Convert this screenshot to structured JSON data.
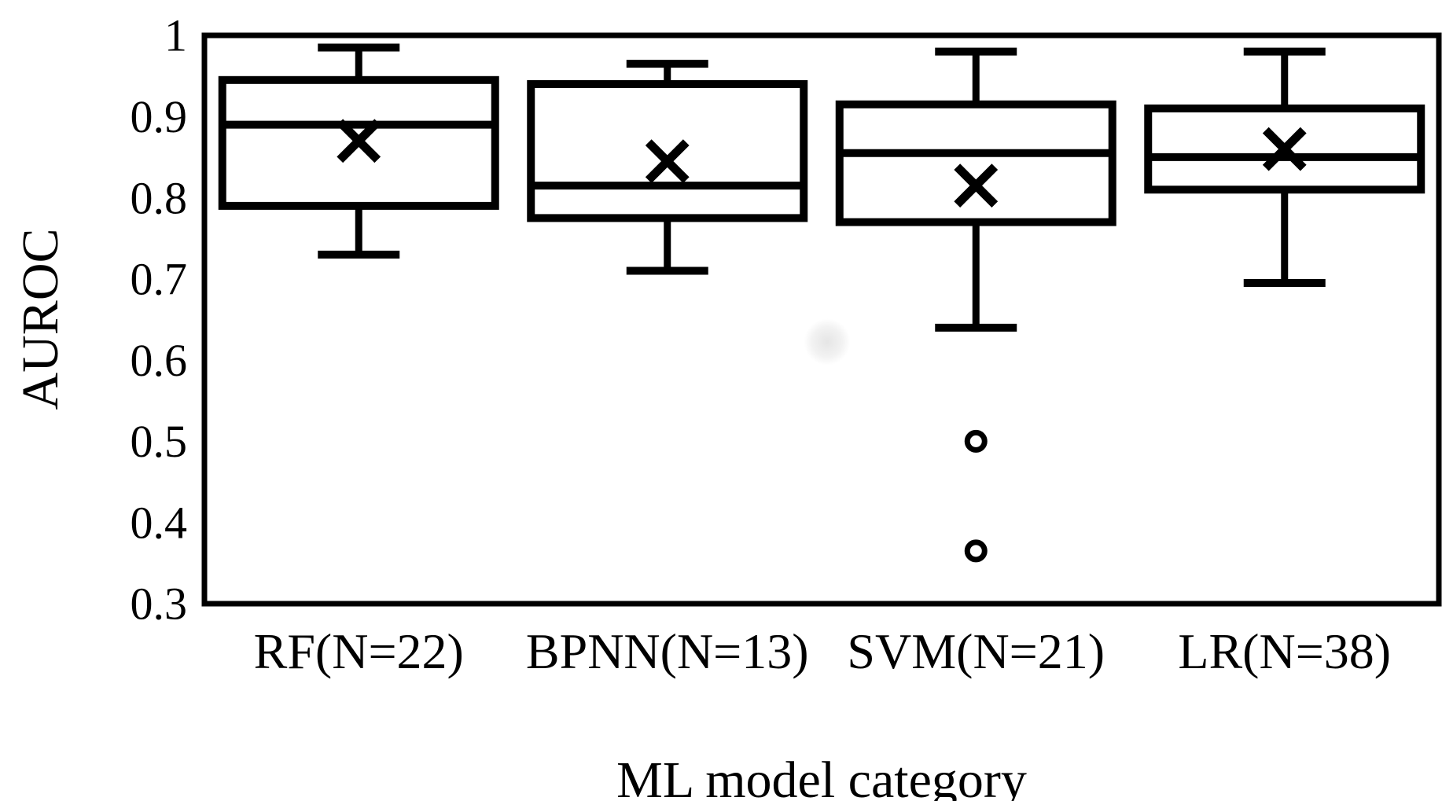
{
  "figure": {
    "background_color": "#ffffff",
    "line_color": "#000000"
  },
  "chart_data": {
    "type": "boxplot",
    "title": "",
    "xlabel": "ML model category",
    "ylabel": "AUROC",
    "ylim": [
      0.3,
      1.0
    ],
    "grid": false,
    "legend": "none",
    "mean_marker": "x",
    "outlier_marker": "circle",
    "yticks": [
      {
        "value": 1.0,
        "label": "1"
      },
      {
        "value": 0.9,
        "label": "0.9"
      },
      {
        "value": 0.8,
        "label": "0.8"
      },
      {
        "value": 0.7,
        "label": "0.7"
      },
      {
        "value": 0.6,
        "label": "0.6"
      },
      {
        "value": 0.5,
        "label": "0.5"
      },
      {
        "value": 0.4,
        "label": "0.4"
      },
      {
        "value": 0.3,
        "label": "0.3"
      }
    ],
    "categories": [
      "RF(N=22)",
      "BPNN(N=13)",
      "SVM(N=21)",
      "LR(N=38)"
    ],
    "series": [
      {
        "label": "RF(N=22)",
        "model": "RF",
        "n": 22,
        "whisker_low": 0.73,
        "q1": 0.79,
        "median": 0.89,
        "mean": 0.87,
        "q3": 0.945,
        "whisker_high": 0.985,
        "outliers": []
      },
      {
        "label": "BPNN(N=13)",
        "model": "BPNN",
        "n": 13,
        "whisker_low": 0.71,
        "q1": 0.775,
        "median": 0.815,
        "mean": 0.845,
        "q3": 0.94,
        "whisker_high": 0.965,
        "outliers": []
      },
      {
        "label": "SVM(N=21)",
        "model": "SVM",
        "n": 21,
        "whisker_low": 0.64,
        "q1": 0.77,
        "median": 0.855,
        "mean": 0.815,
        "q3": 0.915,
        "whisker_high": 0.98,
        "outliers": [
          0.5,
          0.365
        ]
      },
      {
        "label": "LR(N=38)",
        "model": "LR",
        "n": 38,
        "whisker_low": 0.695,
        "q1": 0.81,
        "median": 0.85,
        "mean": 0.86,
        "q3": 0.91,
        "whisker_high": 0.98,
        "outliers": []
      }
    ]
  }
}
